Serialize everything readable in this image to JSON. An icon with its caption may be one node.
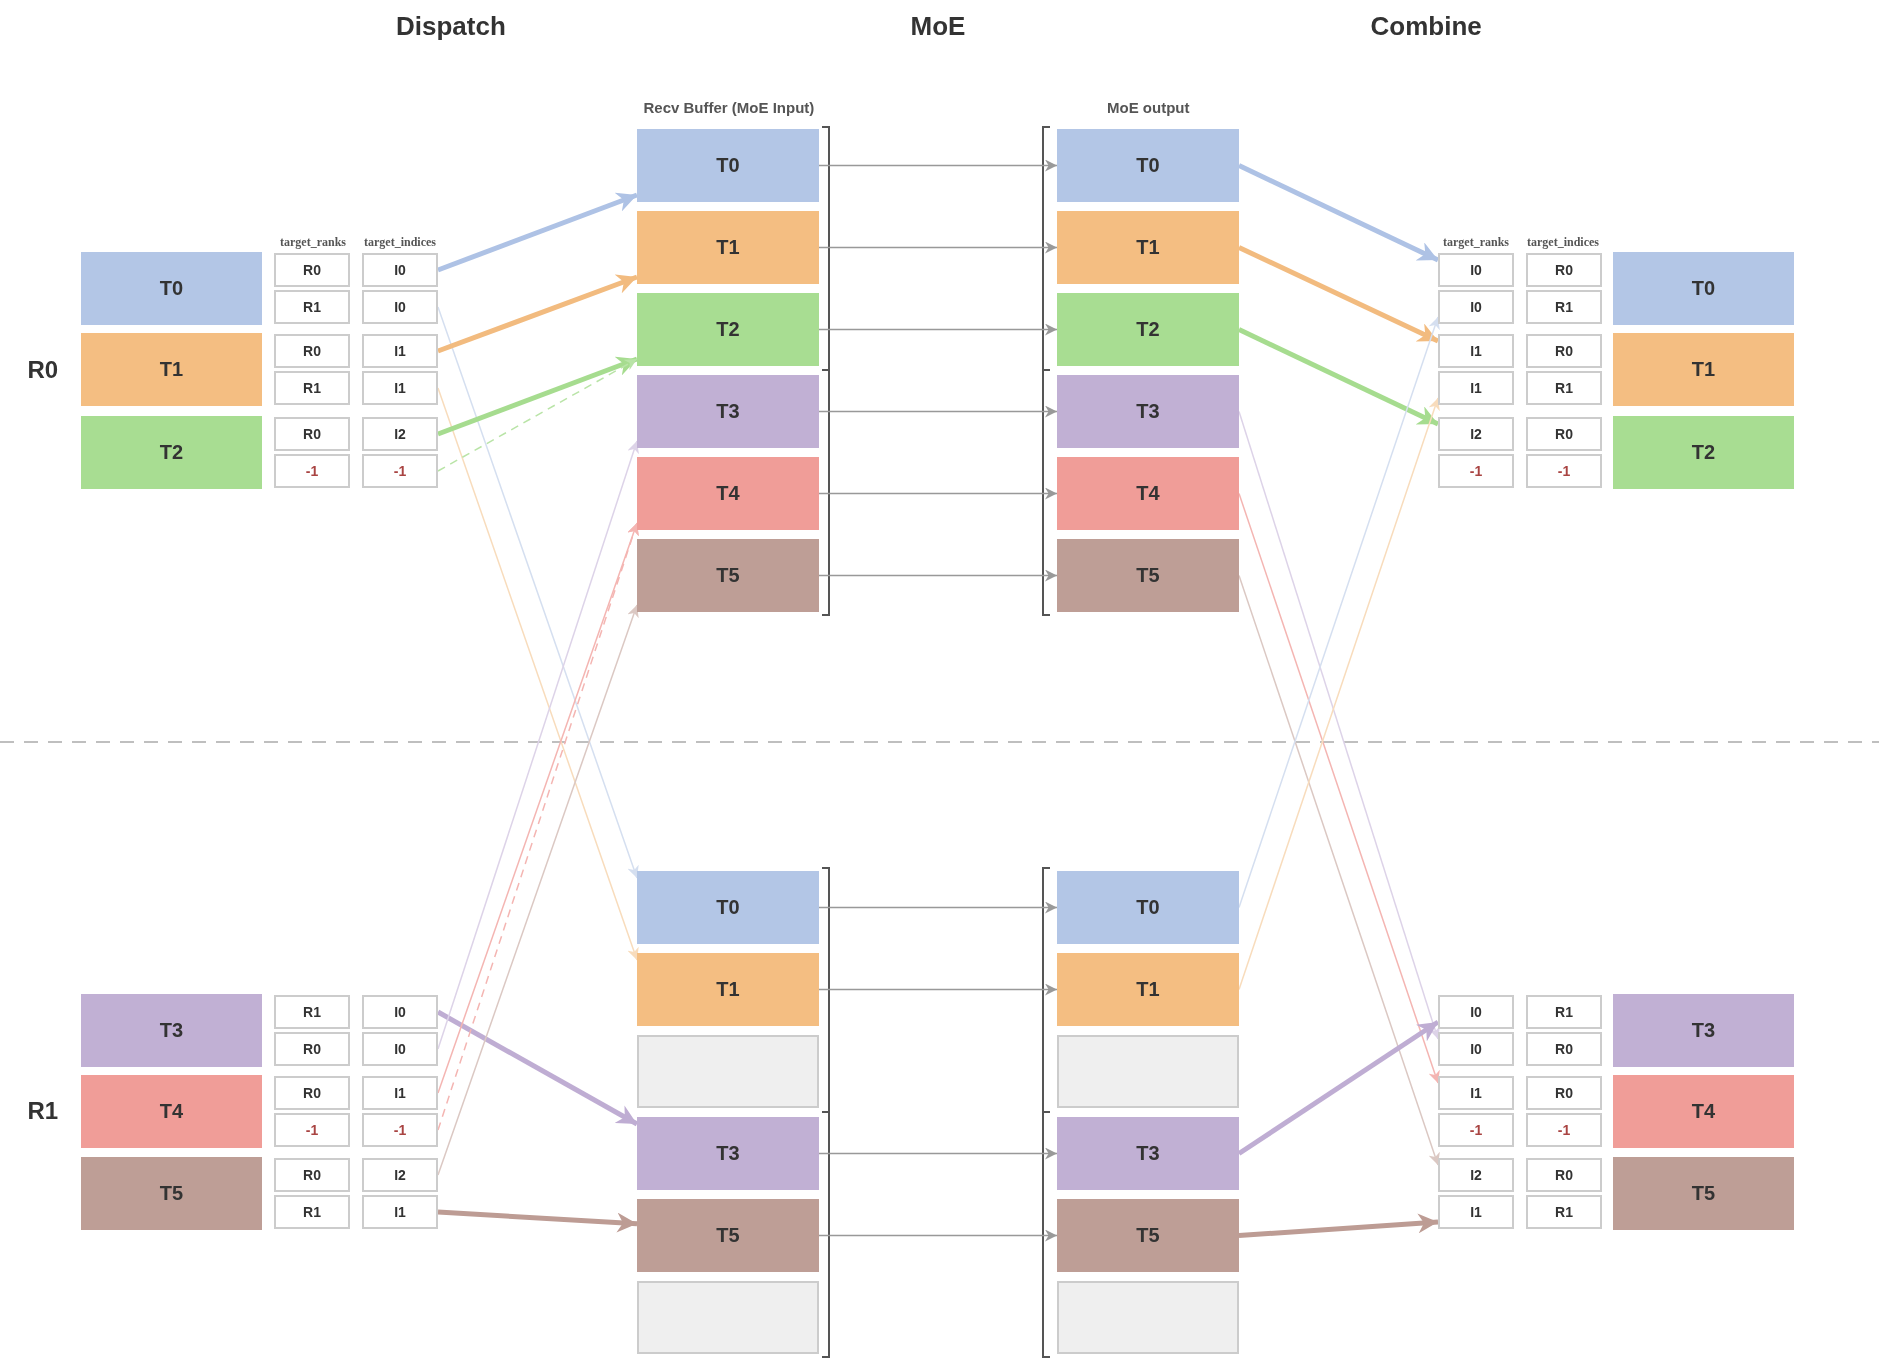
{
  "diagram": {
    "nodes": [
      {
        "text": [
          "T0"
        ]
      },
      {
        "text": [
          "T1"
        ]
      },
      {
        "text": [
          "T2"
        ]
      },
      {
        "text": [
          "R0"
        ]
      },
      {
        "text": [
          "I0"
        ]
      },
      {
        "text": [
          "R1"
        ]
      },
      {
        "text": [
          "I0"
        ]
      },
      {
        "text": [
          "R0"
        ]
      },
      {
        "text": [
          "I1"
        ]
      },
      {
        "text": [
          "R1"
        ]
      },
      {
        "text": [
          "I1"
        ]
      },
      {
        "text": [
          "R0"
        ]
      },
      {
        "text": [
          "I2"
        ]
      },
      {
        "text": [
          "-1"
        ]
      },
      {
        "text": [
          "-1"
        ]
      },
      {
        "text": [
          "T3"
        ]
      },
      {
        "text": [
          "T4"
        ]
      },
      {
        "text": [
          "T5"
        ]
      },
      {
        "text": [
          "R1"
        ]
      },
      {
        "text": [
          "I0"
        ]
      },
      {
        "text": [
          "R0"
        ]
      },
      {
        "text": [
          "I0"
        ]
      },
      {
        "text": [
          "R0"
        ]
      },
      {
        "text": [
          "I1"
        ]
      },
      {
        "text": [
          "-1"
        ]
      },
      {
        "text": [
          "-1"
        ]
      },
      {
        "text": [
          "R0"
        ]
      },
      {
        "text": [
          "I2"
        ]
      },
      {
        "text": [
          "R1"
        ]
      },
      {
        "text": [
          "I1"
        ]
      },
      {
        "text": [
          "T0"
        ]
      },
      {
        "text": [
          "T1"
        ]
      },
      {
        "text": [
          "T2"
        ]
      },
      {
        "text": [
          "T3"
        ]
      },
      {
        "text": [
          "T4"
        ]
      },
      {
        "text": [
          "T5"
        ]
      },
      {
        "text": [
          "T0"
        ]
      },
      {
        "text": [
          "T1"
        ]
      },
      {
        "text": [],
        "shape": "box"
      },
      {
        "text": [
          "T3"
        ]
      },
      {
        "text": [
          "T5"
        ]
      },
      {
        "text": [],
        "shape": "box"
      },
      {
        "text": [
          "T0"
        ]
      },
      {
        "text": [
          "T1"
        ]
      },
      {
        "text": [
          "T2"
        ]
      },
      {
        "text": [
          "T3"
        ]
      },
      {
        "text": [
          "T4"
        ]
      },
      {
        "text": [
          "T5"
        ]
      },
      {
        "text": [
          "T0"
        ]
      },
      {
        "text": [
          "T1"
        ]
      },
      {
        "text": [],
        "shape": "box"
      },
      {
        "text": [
          "T3"
        ]
      },
      {
        "text": [
          "T5"
        ]
      },
      {
        "text": [],
        "shape": "box"
      },
      {
        "text": [
          "I0"
        ]
      },
      {
        "text": [
          "R0"
        ]
      },
      {
        "text": [
          "I0"
        ]
      },
      {
        "text": [
          "R1"
        ]
      },
      {
        "text": [
          "I1"
        ]
      },
      {
        "text": [
          "R0"
        ]
      },
      {
        "text": [
          "I1"
        ]
      },
      {
        "text": [
          "R1"
        ]
      },
      {
        "text": [
          "I2"
        ]
      },
      {
        "text": [
          "R0"
        ]
      },
      {
        "text": [
          "-1"
        ]
      },
      {
        "text": [
          "-1"
        ]
      },
      {
        "text": [
          "T0"
        ]
      },
      {
        "text": [
          "T1"
        ]
      },
      {
        "text": [
          "T2"
        ]
      },
      {
        "text": [
          "I0"
        ]
      },
      {
        "text": [
          "R1"
        ]
      },
      {
        "text": [
          "I0"
        ]
      },
      {
        "text": [
          "R0"
        ]
      },
      {
        "text": [
          "I1"
        ]
      },
      {
        "text": [
          "R0"
        ]
      },
      {
        "text": [
          "-1"
        ]
      },
      {
        "text": [
          "-1"
        ]
      },
      {
        "text": [
          "I2"
        ]
      },
      {
        "text": [
          "R0"
        ]
      },
      {
        "text": [
          "I1"
        ]
      },
      {
        "text": [
          "R1"
        ]
      },
      {
        "text": [
          "T3"
        ]
      },
      {
        "text": [
          "T4"
        ]
      },
      {
        "text": [
          "T5"
        ]
      }
    ],
    "edges": [
      {
        "from": 4,
        "to": 30,
        "arrow": "to",
        "style": "thick",
        "color": "#aec2e5"
      },
      {
        "from": 6,
        "to": 36,
        "arrow": "to",
        "color": "#d5dff0"
      },
      {
        "from": 8,
        "to": 31,
        "arrow": "to",
        "style": "thick",
        "color": "#f2bb7f"
      },
      {
        "from": 10,
        "to": 37,
        "arrow": "to",
        "color": "#f8dcbc"
      },
      {
        "from": 12,
        "to": 32,
        "arrow": "to",
        "style": "thick",
        "color": "#a6dc8f"
      },
      {
        "from": 14,
        "to": 32,
        "arrow": "to",
        "style": "dashed",
        "color": "#b9e4a7"
      },
      {
        "from": 19,
        "to": 39,
        "arrow": "to",
        "style": "thick",
        "color": "#bfadd3"
      },
      {
        "from": 21,
        "to": 33,
        "arrow": "to",
        "color": "#ddd3e8"
      },
      {
        "from": 23,
        "to": 34,
        "arrow": "to",
        "color": "#f4b5b2"
      },
      {
        "from": 25,
        "to": 34,
        "arrow": "to",
        "style": "dashed",
        "color": "#f4b5b2"
      },
      {
        "from": 27,
        "to": 35,
        "arrow": "to",
        "color": "#dbc8c3"
      },
      {
        "from": 29,
        "to": 40,
        "arrow": "to",
        "style": "thick",
        "color": "#bd9c94"
      },
      {
        "from": 30,
        "to": 42,
        "arrow": "to"
      },
      {
        "from": 31,
        "to": 43,
        "arrow": "to"
      },
      {
        "from": 32,
        "to": 44,
        "arrow": "to"
      },
      {
        "from": 33,
        "to": 45,
        "arrow": "to"
      },
      {
        "from": 34,
        "to": 46,
        "arrow": "to"
      },
      {
        "from": 35,
        "to": 47,
        "arrow": "to"
      },
      {
        "from": 36,
        "to": 48,
        "arrow": "to"
      },
      {
        "from": 37,
        "to": 49,
        "arrow": "to"
      },
      {
        "from": 39,
        "to": 51,
        "arrow": "to"
      },
      {
        "from": 40,
        "to": 52,
        "arrow": "to"
      },
      {
        "from": 42,
        "to": 54,
        "arrow": "to",
        "style": "thick",
        "color": "#aec2e5"
      },
      {
        "from": 43,
        "to": 58,
        "arrow": "to",
        "style": "thick",
        "color": "#f2bb7f"
      },
      {
        "from": 44,
        "to": 62,
        "arrow": "to",
        "style": "thick",
        "color": "#a6dc8f"
      },
      {
        "from": 45,
        "to": 71,
        "arrow": "to",
        "color": "#ddd3e8"
      },
      {
        "from": 46,
        "to": 73,
        "arrow": "to",
        "color": "#f4b5b2"
      },
      {
        "from": 47,
        "to": 77,
        "arrow": "to",
        "color": "#dbc8c3"
      },
      {
        "from": 48,
        "to": 56,
        "arrow": "to",
        "color": "#d5dff0"
      },
      {
        "from": 49,
        "to": 60,
        "arrow": "to",
        "color": "#f8dcbc"
      },
      {
        "from": 51,
        "to": 69,
        "arrow": "to",
        "style": "thick",
        "color": "#bfadd3"
      },
      {
        "from": 52,
        "to": 79,
        "arrow": "to",
        "style": "thick",
        "color": "#bd9c94"
      }
    ],
    "labels": [
      "Dispatch",
      "MoE",
      "Combine",
      "Recv Buffer (MoE Input)",
      "MoE output",
      "target_ranks",
      "target_indices",
      "target_ranks",
      "target_indices",
      "R0",
      "R1"
    ]
  }
}
